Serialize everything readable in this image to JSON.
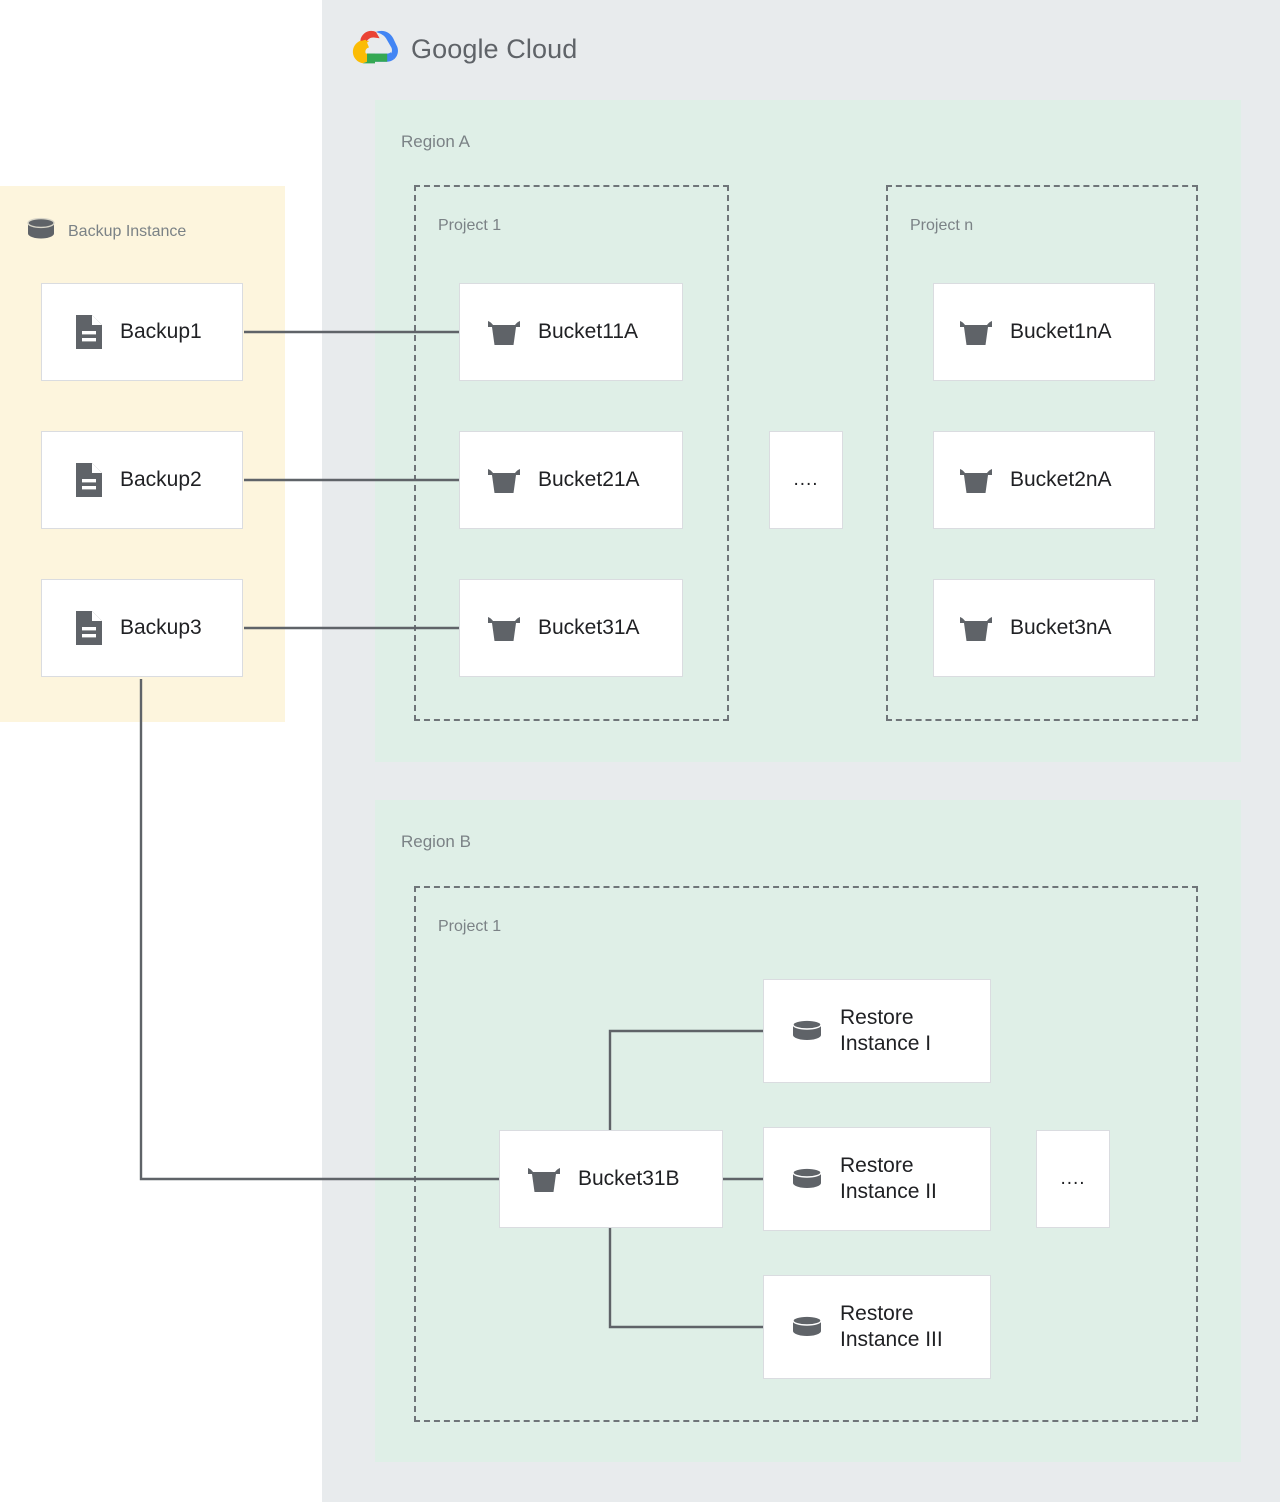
{
  "brand": {
    "logo_text_google": "Google",
    "logo_text_cloud": "Cloud",
    "colors": {
      "logo_red": "#ea4335",
      "logo_blue": "#4285f4",
      "logo_yellow": "#fbbc05",
      "logo_green": "#34a853",
      "panel_bg": "#e8ebed",
      "region_bg": "#dfefe7",
      "backup_bg": "#fdf5dd",
      "card_bg": "#ffffff",
      "card_border": "#dadce0",
      "edge": "#5f6368",
      "icon_gray": "#5f6368",
      "label_gray": "#7b8286",
      "text_dark": "#202124"
    }
  },
  "backup_instance": {
    "title": "Backup Instance",
    "icon": "database-icon",
    "backups": [
      {
        "label": "Backup1",
        "icon": "document-icon"
      },
      {
        "label": "Backup2",
        "icon": "document-icon"
      },
      {
        "label": "Backup3",
        "icon": "document-icon"
      }
    ]
  },
  "regions": [
    {
      "name": "Region A",
      "projects": [
        {
          "name": "Project 1",
          "buckets": [
            {
              "label": "Bucket11A",
              "icon": "bucket-icon"
            },
            {
              "label": "Bucket21A",
              "icon": "bucket-icon"
            },
            {
              "label": "Bucket31A",
              "icon": "bucket-icon"
            }
          ]
        },
        {
          "name": "Project n",
          "buckets": [
            {
              "label": "Bucket1nA",
              "icon": "bucket-icon"
            },
            {
              "label": "Bucket2nA",
              "icon": "bucket-icon"
            },
            {
              "label": "Bucket3nA",
              "icon": "bucket-icon"
            }
          ]
        }
      ],
      "ellipsis": "...."
    },
    {
      "name": "Region B",
      "projects": [
        {
          "name": "Project 1",
          "buckets": [
            {
              "label": "Bucket31B",
              "icon": "bucket-icon"
            }
          ],
          "restore_instances": [
            {
              "label": "Restore\nInstance I",
              "icon": "database-icon"
            },
            {
              "label": "Restore\nInstance II",
              "icon": "database-icon"
            },
            {
              "label": "Restore\nInstance III",
              "icon": "database-icon"
            }
          ]
        }
      ],
      "ellipsis": "...."
    }
  ],
  "connections": [
    {
      "from": "Backup1",
      "to": "Bucket11A"
    },
    {
      "from": "Backup2",
      "to": "Bucket21A"
    },
    {
      "from": "Backup3",
      "to": "Bucket31A"
    },
    {
      "from": "Backup3",
      "to": "Bucket31B"
    },
    {
      "from": "Bucket31B",
      "to": "Restore Instance I"
    },
    {
      "from": "Bucket31B",
      "to": "Restore Instance II"
    },
    {
      "from": "Bucket31B",
      "to": "Restore Instance III"
    }
  ]
}
